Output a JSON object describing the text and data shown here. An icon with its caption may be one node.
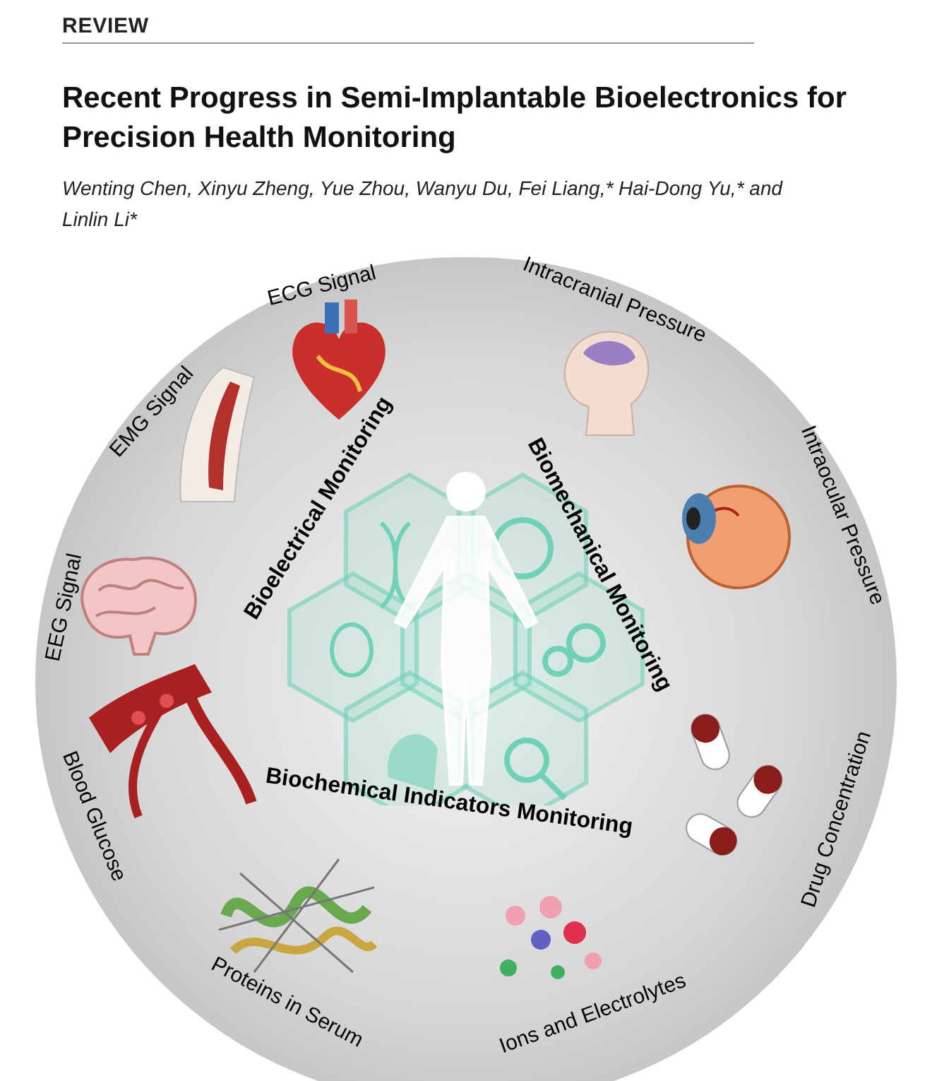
{
  "diagram": {
    "title": "Recent Progress in Semi-Implantable Bioelectronics for Precision Health Monitoring",
    "labels": [
      "REVIEW",
      "Wenting Chen, Xinyu Zheng, Yue Zhou, Wanyu Du, Fei Liang,* Hai-Dong Yu,* and Linlin Li*",
      "ECG Signal",
      "Intracranial Pressure",
      "EMG Signal",
      "Intraocular Pressure",
      "EEG Signal",
      "Blood Glucose",
      "Drug Concentration",
      "Proteins in Serum",
      "Ions and Electrolytes",
      "Bioelectrical Monitoring",
      "Biomechanical Monitoring",
      "Biochemical Indicators Monitoring"
    ]
  }
}
